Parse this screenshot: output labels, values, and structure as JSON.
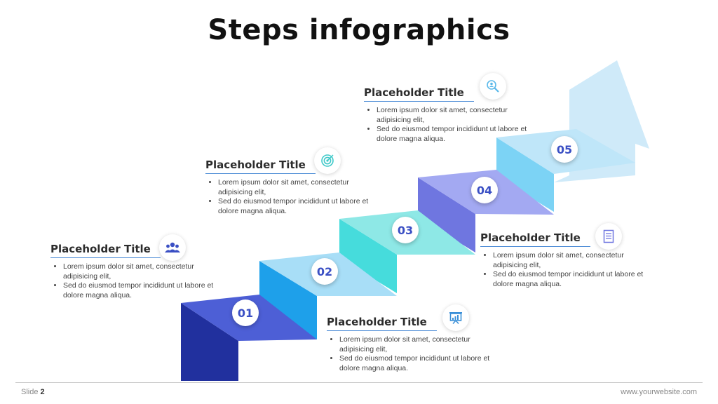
{
  "slide_title": "Steps infographics",
  "colors": {
    "step1": "#3f54c9",
    "step2": "#1fa8e8",
    "step3": "#52dcd8",
    "step4": "#8c96ee",
    "step5": "#9fdcf5",
    "arrow": "#cfeaf9"
  },
  "steps": [
    {
      "number": "01",
      "title": "Placeholder Title",
      "icon": "team-icon",
      "bullets": [
        "Lorem ipsum dolor sit amet, consectetur adipisicing elit,",
        "Sed do eiusmod tempor incididunt ut labore et dolore magna aliqua."
      ]
    },
    {
      "number": "02",
      "title": "Placeholder Title",
      "icon": "presentation-board-icon",
      "bullets": [
        "Lorem ipsum dolor sit amet, consectetur adipisicing elit,",
        "Sed do eiusmod tempor incididunt ut labore et dolore magna aliqua."
      ]
    },
    {
      "number": "03",
      "title": "Placeholder Title",
      "icon": "target-icon",
      "bullets": [
        "Lorem ipsum dolor sit amet, consectetur adipisicing elit,",
        "Sed do eiusmod tempor incididunt ut labore et dolore magna aliqua."
      ]
    },
    {
      "number": "04",
      "title": "Placeholder Title",
      "icon": "document-list-icon",
      "bullets": [
        "Lorem ipsum dolor sit amet, consectetur adipisicing elit,",
        "Sed do eiusmod tempor incididunt ut labore et dolore magna aliqua."
      ]
    },
    {
      "number": "05",
      "title": "Placeholder Title",
      "icon": "search-person-icon",
      "bullets": [
        "Lorem ipsum dolor sit amet, consectetur adipisicing elit,",
        "Sed do eiusmod tempor incididunt ut labore et dolore magna aliqua."
      ]
    }
  ],
  "footer": {
    "slide_label": "Slide",
    "slide_number": "2",
    "website": "www.yourwebsite.com"
  }
}
